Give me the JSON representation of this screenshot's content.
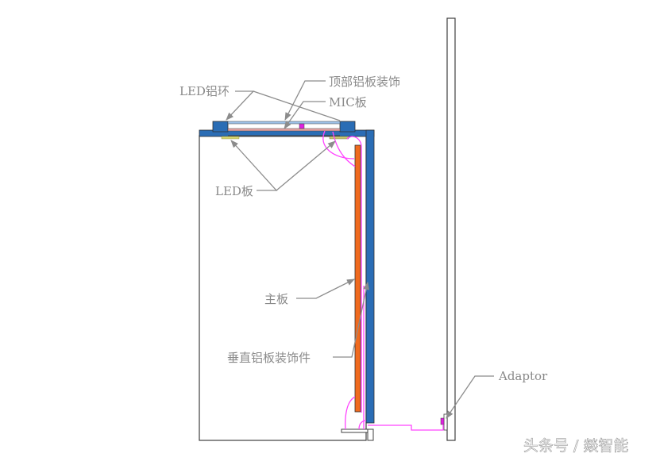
{
  "diagram": {
    "title": "",
    "labels": {
      "led_ring": "LED铝环",
      "top_trim": "顶部铝板装饰",
      "mic_board": "MIC板",
      "led_board": "LED板",
      "main_board": "主板",
      "vertical_trim": "垂直铝板装饰件",
      "adaptor": "Adaptor"
    },
    "colors": {
      "aluminum_blue": "#2a6db5",
      "top_trim_light_blue": "#9ec3ea",
      "mic_board_pink": "#e8a6a6",
      "mic_chip_magenta": "#e020e0",
      "led_board_yellow": "#d8d870",
      "main_board_orange": "#f06a1e",
      "cable_magenta": "#ff44ff",
      "leader_gray": "#8c8c8c",
      "outline": "#404040"
    }
  },
  "watermark": "头条号 / 燚智能"
}
